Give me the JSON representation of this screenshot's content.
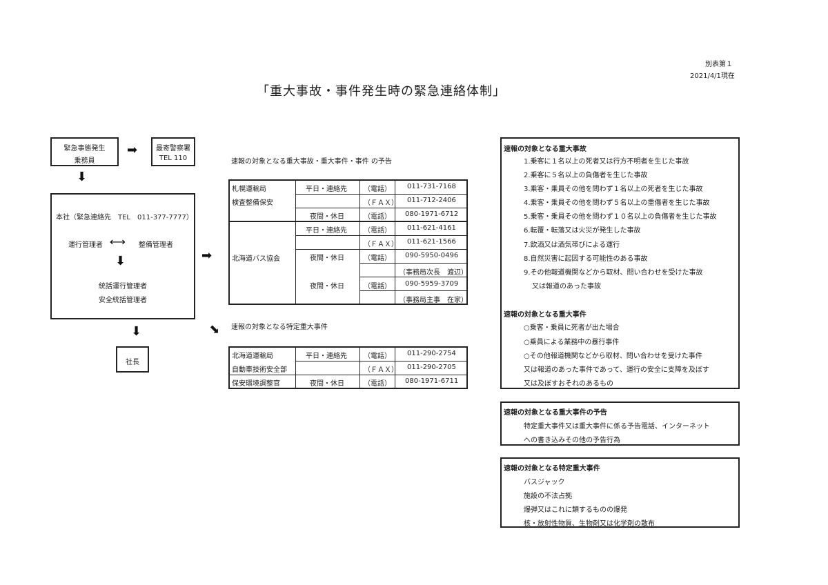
{
  "header": {
    "sheet_no": "別表第１",
    "as_of": "2021/4/1現在",
    "title": "「重大事故・事件発生時の緊急連絡体制」"
  },
  "flow": {
    "occurrence": [
      "緊急事態発生",
      "乗務員"
    ],
    "police": [
      "最寄警察署",
      "TEL 110"
    ],
    "hq_label": "本社（緊急連絡先　TEL　011-377-7777）",
    "ops_manager": "運行管理者",
    "maint_manager": "整備管理者",
    "general_managers": [
      "統括運行管理者",
      "安全統括管理者"
    ],
    "president": "社長"
  },
  "notice1": {
    "heading": "速報の対象となる重大事故・重大事件・事件 の予告",
    "sapporo": {
      "org": [
        "札幌運輸局",
        "検査整備保安"
      ],
      "rows": [
        {
          "time": "平日・連絡先",
          "type": "（電話）",
          "num": "011-731-7168"
        },
        {
          "time": "",
          "type": "（ＦＡＸ）",
          "num": "011-712-2406"
        },
        {
          "time": "夜間・休日",
          "type": "（電話）",
          "num": "080-1971-6712"
        }
      ]
    },
    "hokkaido": {
      "org": "北海道バス協会",
      "rows": [
        {
          "time": "平日・連絡先",
          "type": "（電話）",
          "num": "011-621-4161"
        },
        {
          "time": "",
          "type": "（ＦＡＸ）",
          "num": "011-621-1566"
        },
        {
          "time": "夜間・休日",
          "type": "（電話）",
          "num": "090-5950-0496"
        },
        {
          "time": "",
          "type": "",
          "num": "（事務局次長　渡辺）"
        },
        {
          "time": "夜間・休日",
          "type": "（電話）",
          "num": "090-5959-3709"
        },
        {
          "time": "",
          "type": "",
          "num": "（事務局主事　在家）"
        }
      ]
    }
  },
  "notice2": {
    "heading": "速報の対象となる特定重大事件",
    "org": [
      "北海道運輸局",
      "自動車技術安全部",
      "保安環境調整官"
    ],
    "rows": [
      {
        "time": "平日・連絡先",
        "type": "（電話）",
        "num": "011-290-2754"
      },
      {
        "time": "",
        "type": "（ＦＡＸ）",
        "num": "011-290-2705"
      },
      {
        "time": "夜間・休日",
        "type": "（電話）",
        "num": "080-1971-6711"
      }
    ]
  },
  "side1": {
    "heading": "速報の対象となる重大事故",
    "items": [
      "1.乗客に１名以上の死者又は行方不明者を生じた事故",
      "2.乗客に５名以上の負傷者を生じた事故",
      "3.乗客・乗員その他を問わず１名以上の死者を生じた事故",
      "4.乗客・乗員その他を問わず５名以上の重傷者を生じた事故",
      "5.乗客・乗員その他を問わず１０名以上の負傷者を生じた事故",
      "6.転覆・転落又は火災が発生した事故",
      "7.飲酒又は酒気帯びによる運行",
      "8.自然災害に起因する可能性のある事故",
      "9.その他報道機関などから取材、問い合わせを受けた事故",
      "又は報道のあった事故"
    ],
    "heading2": "速報の対象となる重大事件",
    "items2": [
      "○乗客・乗員に死者が出た場合",
      "○乗員による業務中の暴行事件",
      "○その他報道機関などから取材、問い合わせを受けた事件",
      "又は報道のあった事件であって、運行の安全に支障を及ぼす",
      "又は及ぼすおそれのあるもの"
    ]
  },
  "side2": {
    "heading": "速報の対象となる重大事件の予告",
    "items": [
      "特定重大事件又は重大事件に係る予告電話、インターネット",
      "への書き込みその他の予告行為"
    ]
  },
  "side3": {
    "heading": "速報の対象となる特定重大事件",
    "items": [
      "バスジャック",
      "施設の不法占拠",
      "爆弾又はこれに類するものの爆発",
      "核・放射性物質、生物剤又は化学剤の散布"
    ]
  }
}
